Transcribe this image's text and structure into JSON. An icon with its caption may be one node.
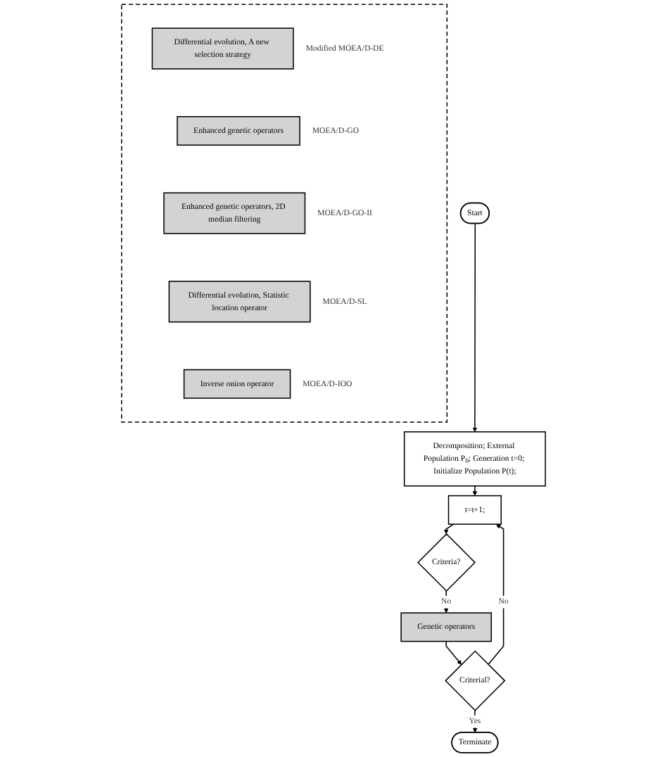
{
  "diagram": {
    "nodes": [
      {
        "text": [
          "Start"
        ]
      },
      {
        "text": [
          "Decomposition; External Population P$_{0}$; Generation t=0; Initialize Population P(t);"
        ]
      },
      {
        "text": [
          "t=t+1;"
        ]
      },
      {
        "text": [
          "Criteria?"
        ]
      },
      {
        "text": [
          "Genetic operators"
        ]
      },
      {
        "text": [
          "Criterial?"
        ]
      },
      {
        "text": [
          "Terminate"
        ]
      },
      {
        "text": [],
        "shape": "box"
      },
      {
        "text": [
          "Differential evolution, A new selection strategy"
        ],
        "in": 7,
        "beside": [
          "Modified MOEA/D-DE"
        ]
      },
      {
        "text": [
          "Enhanced genetic operators"
        ],
        "in": 7,
        "beside": [
          "MOEA/D-GO"
        ]
      },
      {
        "text": [
          "Enhanced genetic operators, 2D median filtering"
        ],
        "in": 7,
        "beside": [
          "MOEA/D-GO-II"
        ]
      },
      {
        "text": [
          "Differential evolution, Statistic location operator"
        ],
        "in": 7,
        "beside": [
          "MOEA/D-SL"
        ]
      },
      {
        "text": [
          "Inverse onion operator"
        ],
        "in": 7,
        "beside": [
          "MOEA/D-IOO"
        ]
      }
    ],
    "edges": [
      {
        "from": 0,
        "to": 1,
        "arrow": "to"
      },
      {
        "from": 1,
        "to": 2,
        "arrow": "to"
      },
      {
        "from": 2,
        "to": 3,
        "arrow": "to"
      },
      {
        "from": 3,
        "to": 4,
        "arrow": "to",
        "label": "No"
      },
      {
        "from": 4,
        "to": 5,
        "arrow": "to"
      },
      {
        "from": 5,
        "to": 2,
        "arrow": "to",
        "label": "No"
      },
      {
        "from": 5,
        "to": 6,
        "arrow": "to",
        "label": "Yes"
      }
    ]
  }
}
